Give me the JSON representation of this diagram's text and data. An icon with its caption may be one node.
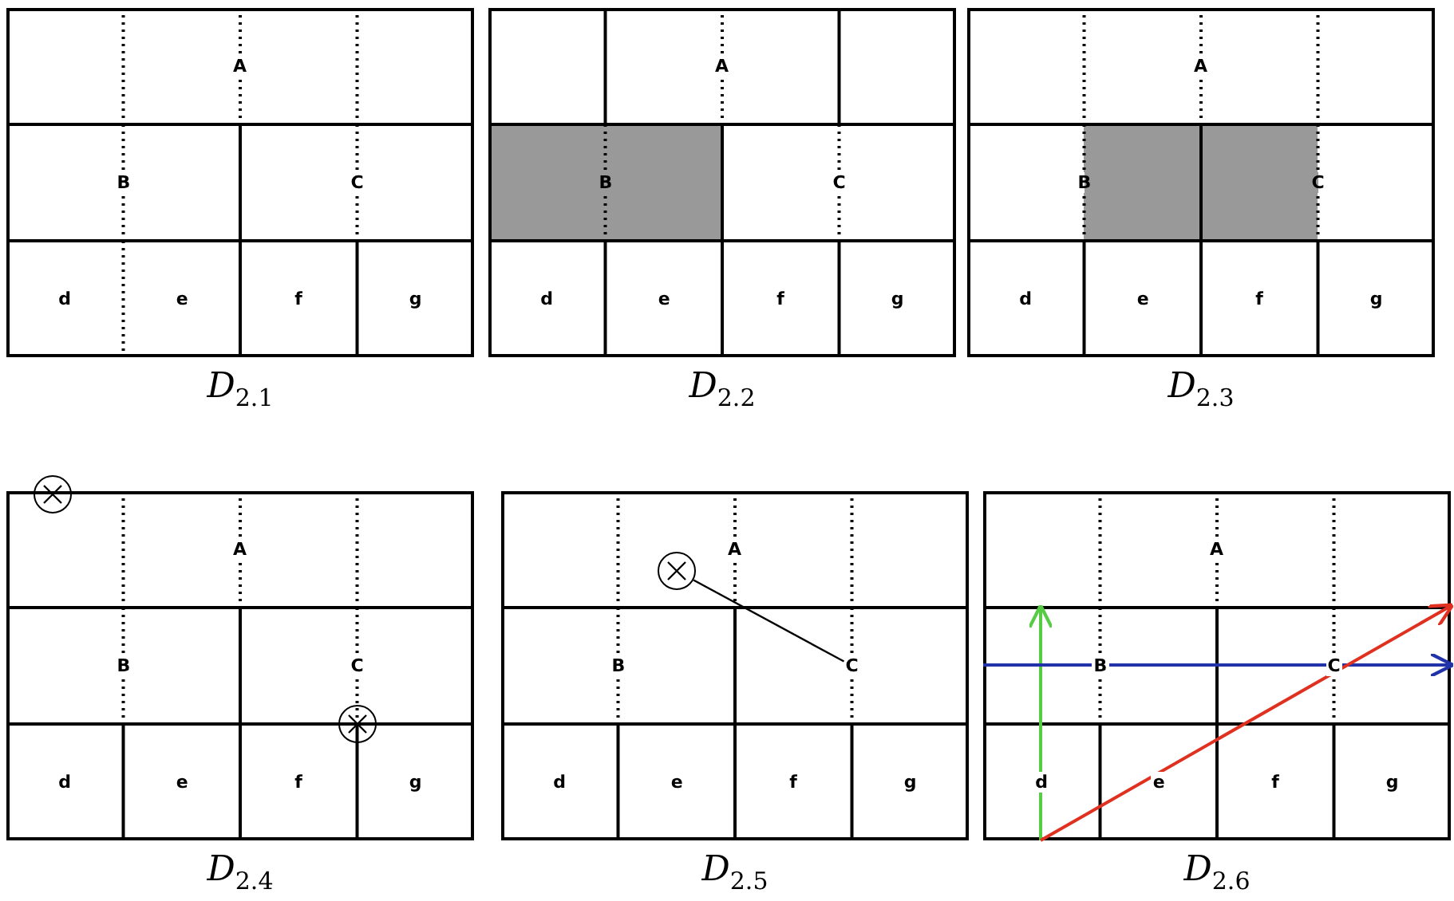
{
  "diagram": {
    "nodes": [
      {
        "text": [],
        "shape": "box",
        "beside": [
          "*D*$_{2.1}$"
        ]
      },
      {
        "text": [
          "A"
        ],
        "in": 0
      },
      {
        "text": [
          "B"
        ],
        "in": 0
      },
      {
        "text": [
          "C"
        ],
        "in": 0
      },
      {
        "text": [
          "d"
        ],
        "in": 0
      },
      {
        "text": [
          "e"
        ],
        "in": 0
      },
      {
        "text": [
          "f"
        ],
        "in": 0
      },
      {
        "text": [
          "g"
        ],
        "in": 0
      },
      {
        "text": [],
        "shape": "box",
        "beside": [
          "*D*$_{2.2}$"
        ]
      },
      {
        "text": [
          "A"
        ],
        "in": 8
      },
      {
        "text": [
          "B"
        ],
        "in": 8
      },
      {
        "text": [
          "C"
        ],
        "in": 8
      },
      {
        "text": [
          "d"
        ],
        "in": 8
      },
      {
        "text": [
          "e"
        ],
        "in": 8
      },
      {
        "text": [
          "f"
        ],
        "in": 8
      },
      {
        "text": [
          "g"
        ],
        "in": 8
      },
      {
        "text": [],
        "shape": "box",
        "beside": [
          "*D*$_{2.3}$"
        ]
      },
      {
        "text": [
          "A"
        ],
        "in": 16
      },
      {
        "text": [
          "B"
        ],
        "in": 16
      },
      {
        "text": [
          "C"
        ],
        "in": 16
      },
      {
        "text": [
          "d"
        ],
        "in": 16
      },
      {
        "text": [
          "e"
        ],
        "in": 16
      },
      {
        "text": [
          "f"
        ],
        "in": 16
      },
      {
        "text": [
          "g"
        ],
        "in": 16
      },
      {
        "text": [],
        "shape": "circle"
      },
      {
        "text": [],
        "shape": "box",
        "beside": [
          "*D*$_{2.4}$"
        ]
      },
      {
        "text": [
          "A"
        ],
        "in": 25
      },
      {
        "text": [
          "B"
        ],
        "in": 25
      },
      {
        "text": [
          "C"
        ],
        "in": 25
      },
      {
        "text": [
          "d"
        ],
        "in": 25
      },
      {
        "text": [
          "e"
        ],
        "in": 25
      },
      {
        "text": [
          "f"
        ],
        "in": 25
      },
      {
        "text": [
          "g"
        ],
        "in": 25
      },
      {
        "text": [],
        "shape": "circle",
        "in": 25
      },
      {
        "text": [],
        "shape": "box",
        "beside": [
          "*D*$_{2.5}$"
        ]
      },
      {
        "text": [
          "A"
        ],
        "in": 34
      },
      {
        "text": [
          "B"
        ],
        "in": 34
      },
      {
        "text": [
          "C"
        ],
        "in": 34
      },
      {
        "text": [
          "d"
        ],
        "in": 34
      },
      {
        "text": [
          "e"
        ],
        "in": 34
      },
      {
        "text": [
          "f"
        ],
        "in": 34
      },
      {
        "text": [
          "g"
        ],
        "in": 34
      },
      {
        "text": [],
        "shape": "circle",
        "in": 34
      },
      {
        "text": [],
        "shape": "box",
        "beside": [
          "*D*$_{2.6}$"
        ]
      },
      {
        "text": [
          "A"
        ],
        "in": 43
      },
      {
        "text": [
          "B"
        ],
        "in": 43
      },
      {
        "text": [
          "C"
        ],
        "in": 43
      },
      {
        "text": [
          "d"
        ],
        "in": 43
      },
      {
        "text": [
          "e"
        ],
        "in": 43
      },
      {
        "text": [
          "f"
        ],
        "in": 43
      },
      {
        "text": [
          "g"
        ],
        "in": 43
      }
    ],
    "edges": [
      {
        "from": 42,
        "to": 37,
        "arrow": "none"
      }
    ]
  }
}
